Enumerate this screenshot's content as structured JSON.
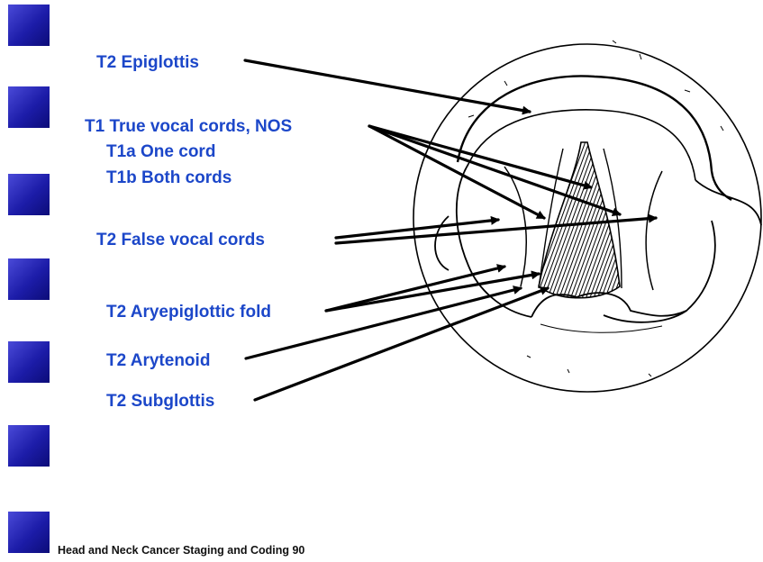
{
  "labels": {
    "epiglottis": "T2  Epiglottis",
    "true_cords": "T1  True vocal cords, NOS",
    "t1a": "T1a One cord",
    "t1b": "T1b Both cords",
    "false_cords": "T2  False vocal cords",
    "aryepiglottic": "T2  Aryepiglottic fold",
    "arytenoid": "T2  Arytenoid",
    "subglottis": "T2  Subglottis"
  },
  "footer": "Head and Neck Cancer Staging and Coding   90",
  "colors": {
    "label": "#1c47c9",
    "bullet": "#1c1ca8",
    "arrow": "#000000"
  }
}
